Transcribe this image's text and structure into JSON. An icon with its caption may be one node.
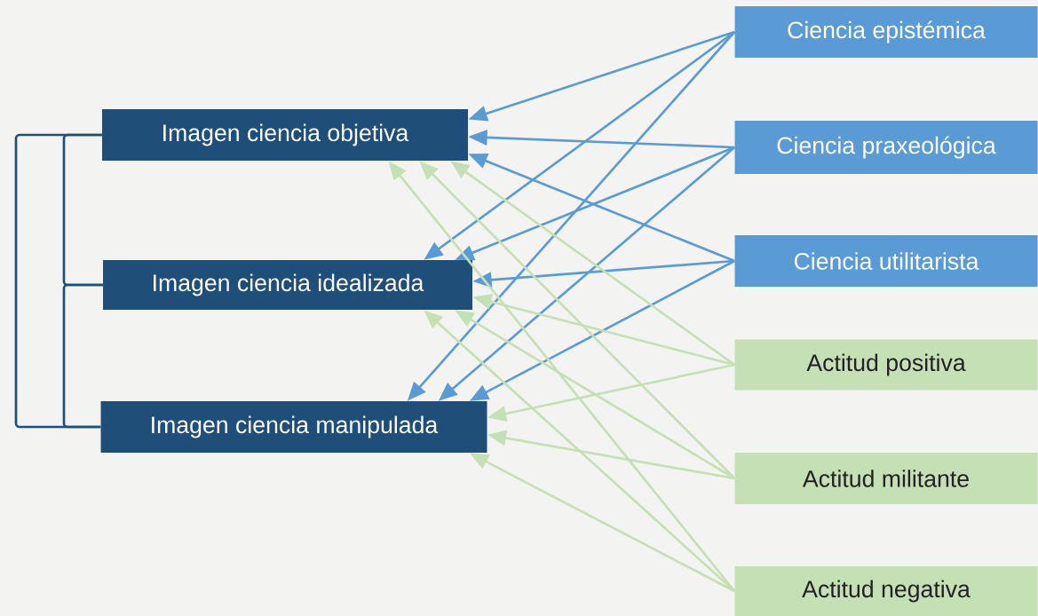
{
  "diagram": {
    "nodes": [
      {
        "text": [
          "Imagen ciencia objetiva"
        ]
      },
      {
        "text": [
          "Imagen ciencia idealizada"
        ]
      },
      {
        "text": [
          "Imagen ciencia manipulada"
        ]
      },
      {
        "text": [
          "Ciencia epistémica"
        ]
      },
      {
        "text": [
          "Ciencia praxeológica"
        ]
      },
      {
        "text": [
          "Ciencia utilitarista"
        ]
      },
      {
        "text": [
          "Actitud positiva"
        ]
      },
      {
        "text": [
          "Actitud militante"
        ]
      },
      {
        "text": [
          "Actitud negativa"
        ]
      }
    ],
    "edges": [
      {
        "from": 0,
        "to": 2,
        "arrow": "none",
        "color": "#1f4e79"
      },
      {
        "from": 0,
        "to": 1,
        "arrow": "none",
        "color": "#1f4e79"
      },
      {
        "from": 1,
        "to": 2,
        "arrow": "none",
        "color": "#1f4e79"
      },
      {
        "from": 3,
        "to": 0,
        "arrow": "to",
        "color": "#5b9bd5"
      },
      {
        "from": 3,
        "to": 1,
        "arrow": "to",
        "color": "#5b9bd5"
      },
      {
        "from": 3,
        "to": 2,
        "arrow": "to",
        "color": "#5b9bd5"
      },
      {
        "from": 4,
        "to": 0,
        "arrow": "to",
        "color": "#5b9bd5"
      },
      {
        "from": 4,
        "to": 1,
        "arrow": "to",
        "color": "#5b9bd5"
      },
      {
        "from": 4,
        "to": 2,
        "arrow": "to",
        "color": "#5b9bd5"
      },
      {
        "from": 5,
        "to": 0,
        "arrow": "to",
        "color": "#5b9bd5"
      },
      {
        "from": 5,
        "to": 1,
        "arrow": "to",
        "color": "#5b9bd5"
      },
      {
        "from": 5,
        "to": 2,
        "arrow": "to",
        "color": "#5b9bd5"
      },
      {
        "from": 6,
        "to": 0,
        "arrow": "to",
        "color": "#c5e0b4"
      },
      {
        "from": 6,
        "to": 1,
        "arrow": "to",
        "color": "#c5e0b4"
      },
      {
        "from": 6,
        "to": 2,
        "arrow": "to",
        "color": "#c5e0b4"
      },
      {
        "from": 7,
        "to": 0,
        "arrow": "to",
        "color": "#c5e0b4"
      },
      {
        "from": 7,
        "to": 1,
        "arrow": "to",
        "color": "#c5e0b4"
      },
      {
        "from": 7,
        "to": 2,
        "arrow": "to",
        "color": "#c5e0b4"
      },
      {
        "from": 8,
        "to": 0,
        "arrow": "to",
        "color": "#c5e0b4"
      },
      {
        "from": 8,
        "to": 1,
        "arrow": "to",
        "color": "#c5e0b4"
      },
      {
        "from": 8,
        "to": 2,
        "arrow": "to",
        "color": "#c5e0b4"
      }
    ]
  }
}
